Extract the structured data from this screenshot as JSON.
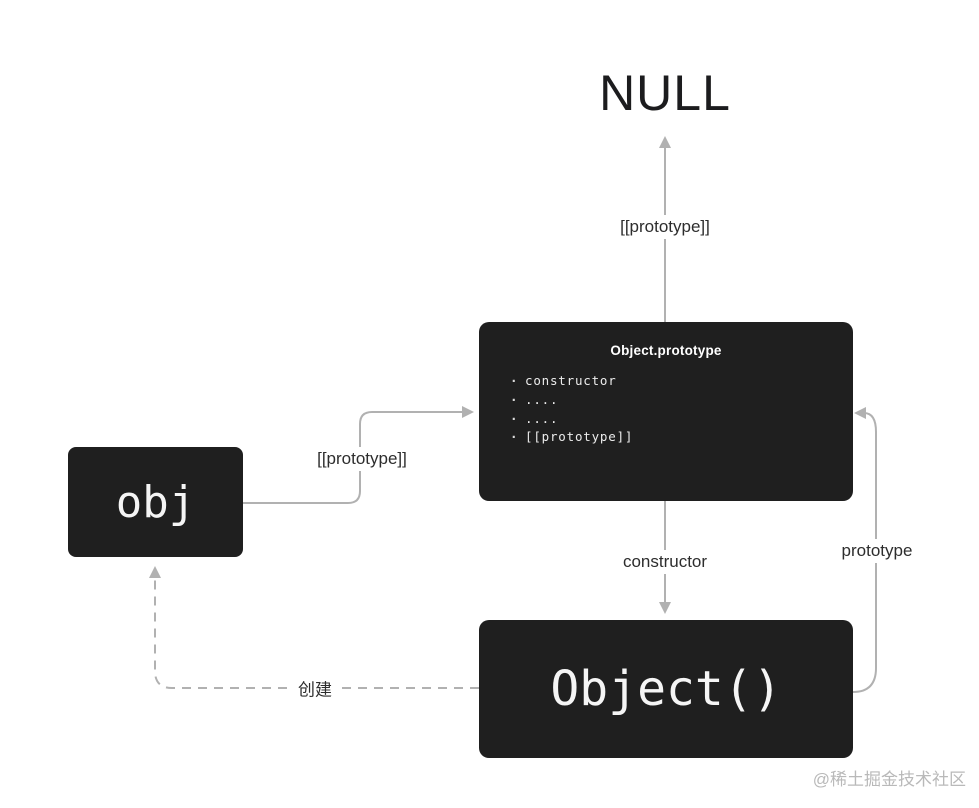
{
  "diagram": {
    "null_text": "NULL",
    "nodes": {
      "obj": {
        "label": "obj"
      },
      "object_prototype": {
        "title": "Object.prototype",
        "members": [
          "constructor",
          "....",
          "....",
          "[[prototype]]"
        ]
      },
      "object_constructor": {
        "label": "Object()"
      }
    },
    "edges": {
      "prototype_top_label": "[[prototype]]",
      "prototype_left_label": "[[prototype]]",
      "constructor_label": "constructor",
      "prototype_right_label": "prototype",
      "create_label": "创建"
    },
    "colors": {
      "node_background": "#1f1f1f",
      "node_text": "#f5f5f5",
      "arrow_line": "#b1b1b1",
      "label_text": "#2d2d2d",
      "title_text": "#1c1c1e"
    }
  },
  "watermark": "@稀土掘金技术社区"
}
